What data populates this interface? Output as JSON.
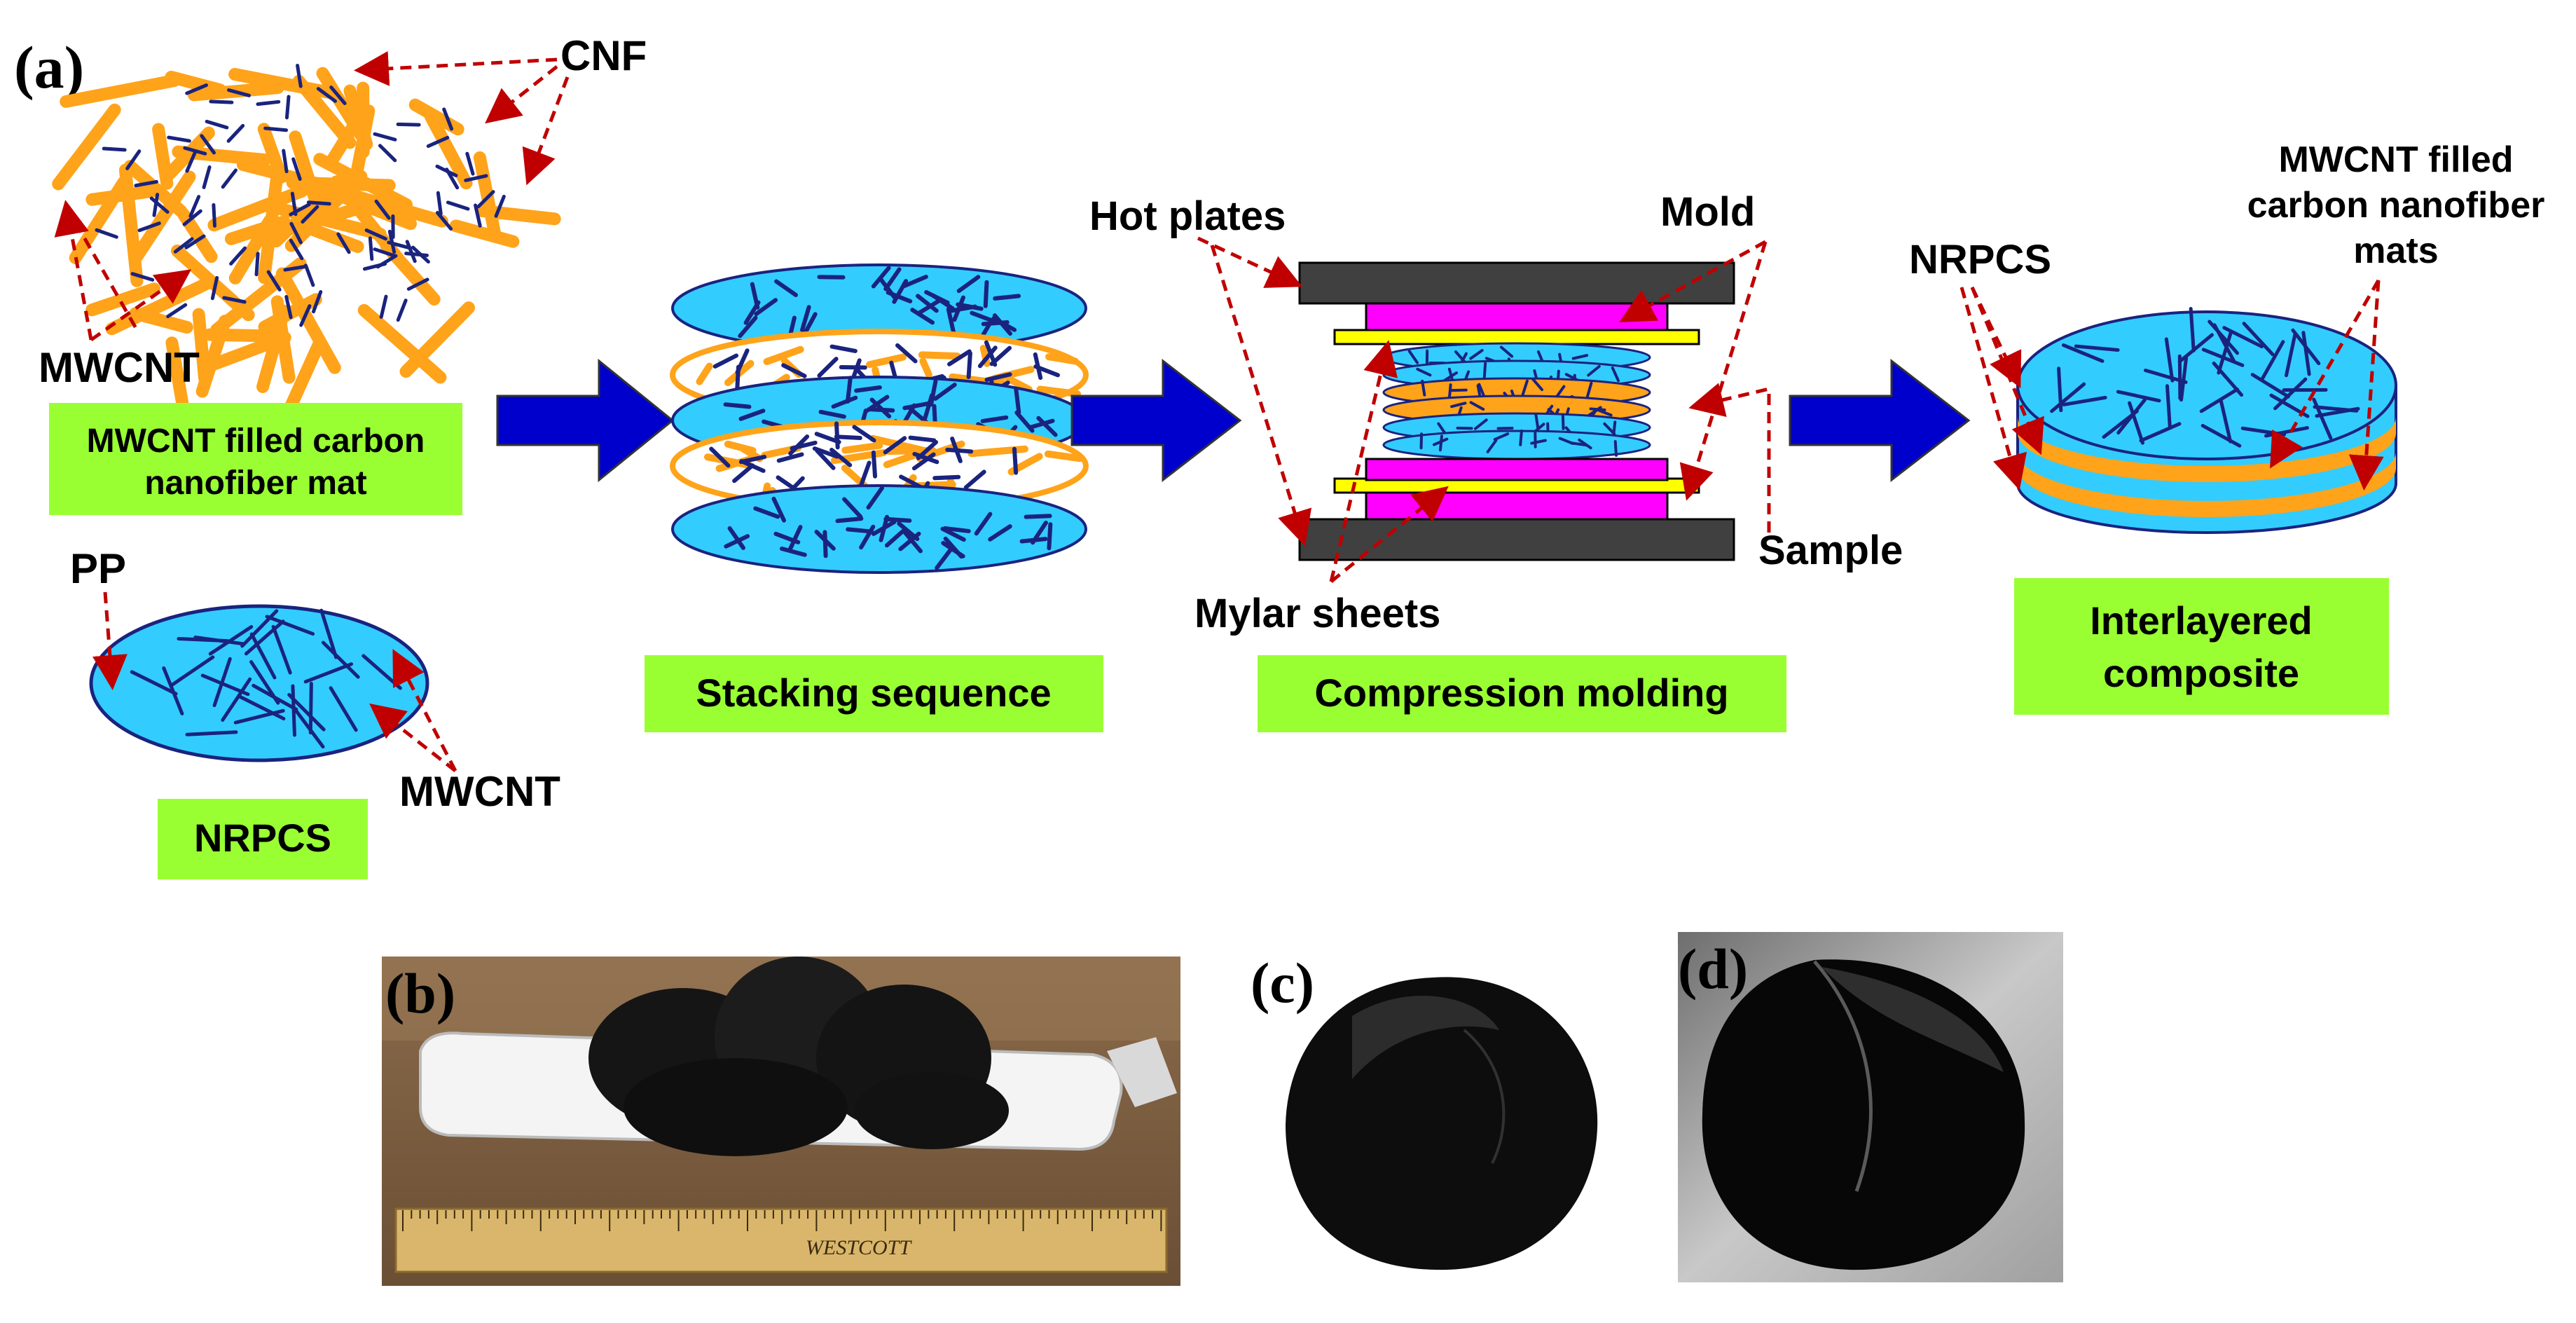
{
  "panels": {
    "a": "(a)",
    "b": "(b)",
    "c": "(c)",
    "d": "(d)"
  },
  "labels": {
    "cnf": "CNF",
    "mwcnt_mat": "MWCNT",
    "pp": "PP",
    "mwcnt_nrpcs": "MWCNT",
    "hot_plates": "Hot plates",
    "mold": "Mold",
    "sample": "Sample",
    "mylar_sheets": "Mylar sheets",
    "nrpcs_right": "NRPCS",
    "mwcnt_filled_1": "MWCNT filled",
    "mwcnt_filled_2": "carbon nanofiber",
    "mwcnt_filled_3": "mats"
  },
  "boxes": {
    "mat_line1": "MWCNT filled carbon",
    "mat_line2": "nanofiber mat",
    "nrpcs": "NRPCS",
    "stacking": "Stacking sequence",
    "compression": "Compression molding",
    "interlayered_1": "Interlayered",
    "interlayered_2": "composite"
  },
  "photos": {
    "ruler_brand": "WESTCOTT"
  },
  "colors": {
    "fiber": "#ffa31a",
    "nanotube": "#1a237e",
    "pp_disc": "#33ccff",
    "arrow": "#0000cc",
    "hot_plate": "#404040",
    "mold": "#ff00ff",
    "mylar": "#ffff00",
    "label_box": "#99ff33",
    "leader": "#c00000"
  }
}
